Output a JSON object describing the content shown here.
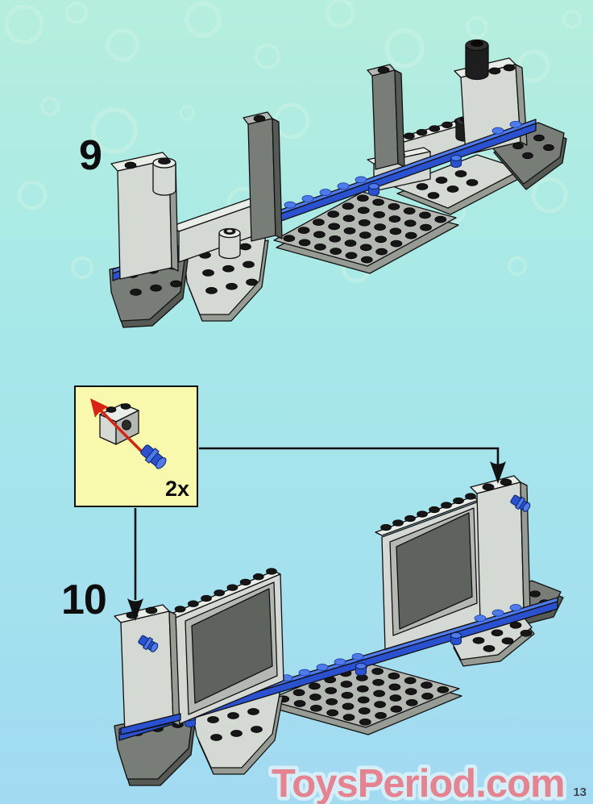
{
  "page": {
    "number": "13",
    "watermark": "ToysPeriod.com"
  },
  "steps": [
    {
      "label": "9"
    },
    {
      "label": "10"
    }
  ],
  "callout": {
    "quantity_label": "2x",
    "part_icons": [
      "technic-brick-1x2-icon",
      "technic-pin-blue-icon",
      "insert-direction-arrow-icon"
    ]
  },
  "colors": {
    "bg-top": "#b6eedd",
    "bg-mid": "#a6e8e9",
    "bg-bottom": "#a2daf2",
    "accent-blue": "#2a51cf",
    "accent-blue-light": "#4f7ae9",
    "callout-bg": "#f9f9ae",
    "arrow-red": "#da2413",
    "brick-light": "#d5d9d3",
    "brick-light-top": "#e9ede7",
    "brick-mid": "#b4b8b2",
    "brick-side": "#969c94",
    "brick-dark": "#787e77",
    "brick-darker": "#555b54",
    "stud-black": "#161616",
    "panel-window": "#5e645d",
    "watermark-fill": "#e8818d",
    "watermark-outline": "#d7f0f9",
    "page-number": "#3f4a52",
    "step-label": "#0d0d0d",
    "connector": "#111111",
    "bubble": "#c9f2e4"
  }
}
